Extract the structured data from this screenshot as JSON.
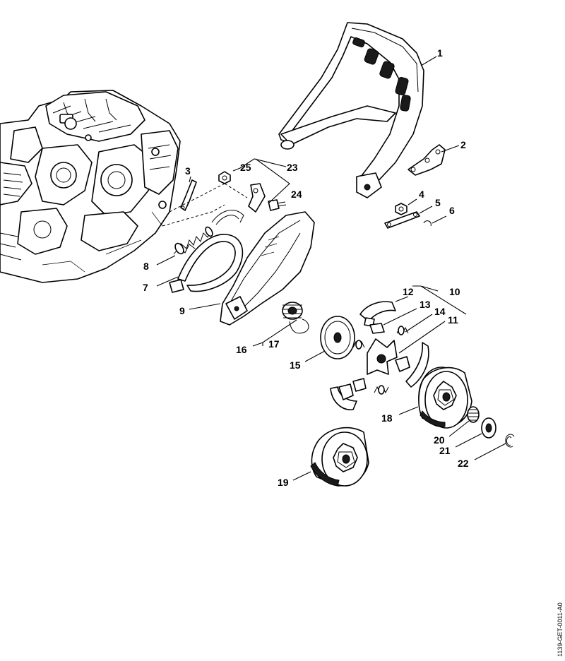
{
  "diagram": {
    "labels": [
      "1",
      "2",
      "3",
      "4",
      "5",
      "6",
      "7",
      "8",
      "9",
      "10",
      "11",
      "12",
      "13",
      "14",
      "15",
      "16",
      "17",
      "18",
      "19",
      "20",
      "21",
      "22",
      "23",
      "24",
      "25"
    ],
    "drawing_code": "1139-GET-0011-A0"
  }
}
